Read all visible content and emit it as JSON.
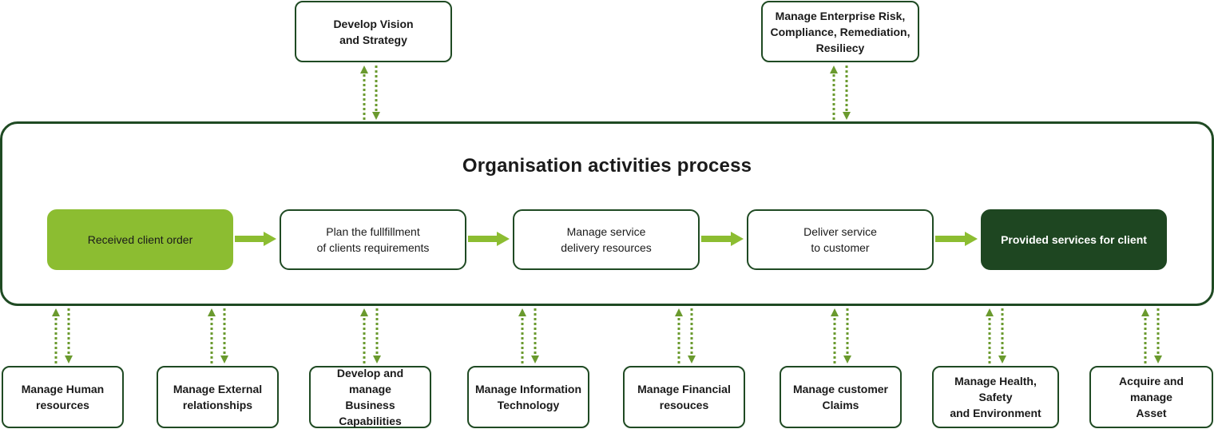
{
  "title": "Organisation activities process",
  "top_boxes": [
    {
      "label": "Develop Vision\nand Strategy"
    },
    {
      "label": "Manage Enterprise Risk,\nCompliance, Remediation,\nResiliecy"
    }
  ],
  "process_steps": [
    {
      "label": "Received client order"
    },
    {
      "label": "Plan the fullfillment\nof clients requirements"
    },
    {
      "label": "Manage service\ndelivery resources"
    },
    {
      "label": "Deliver service\nto customer"
    },
    {
      "label": "Provided services for client"
    }
  ],
  "bottom_boxes": [
    {
      "label": "Manage Human\nresources"
    },
    {
      "label": "Manage External\nrelationships"
    },
    {
      "label": "Develop and manage\nBusiness Capabilities"
    },
    {
      "label": "Manage Information\nTechnology"
    },
    {
      "label": "Manage Financial\nresouces"
    },
    {
      "label": "Manage customer\nClaims"
    },
    {
      "label": "Manage Health, Safety\nand Environment"
    },
    {
      "label": "Acquire and manage\nAsset"
    }
  ],
  "colors": {
    "frame": "#1f4a23",
    "accent_green": "#8cbd31",
    "dark_green": "#1e4621",
    "arrow_green": "#6a9a2e"
  }
}
